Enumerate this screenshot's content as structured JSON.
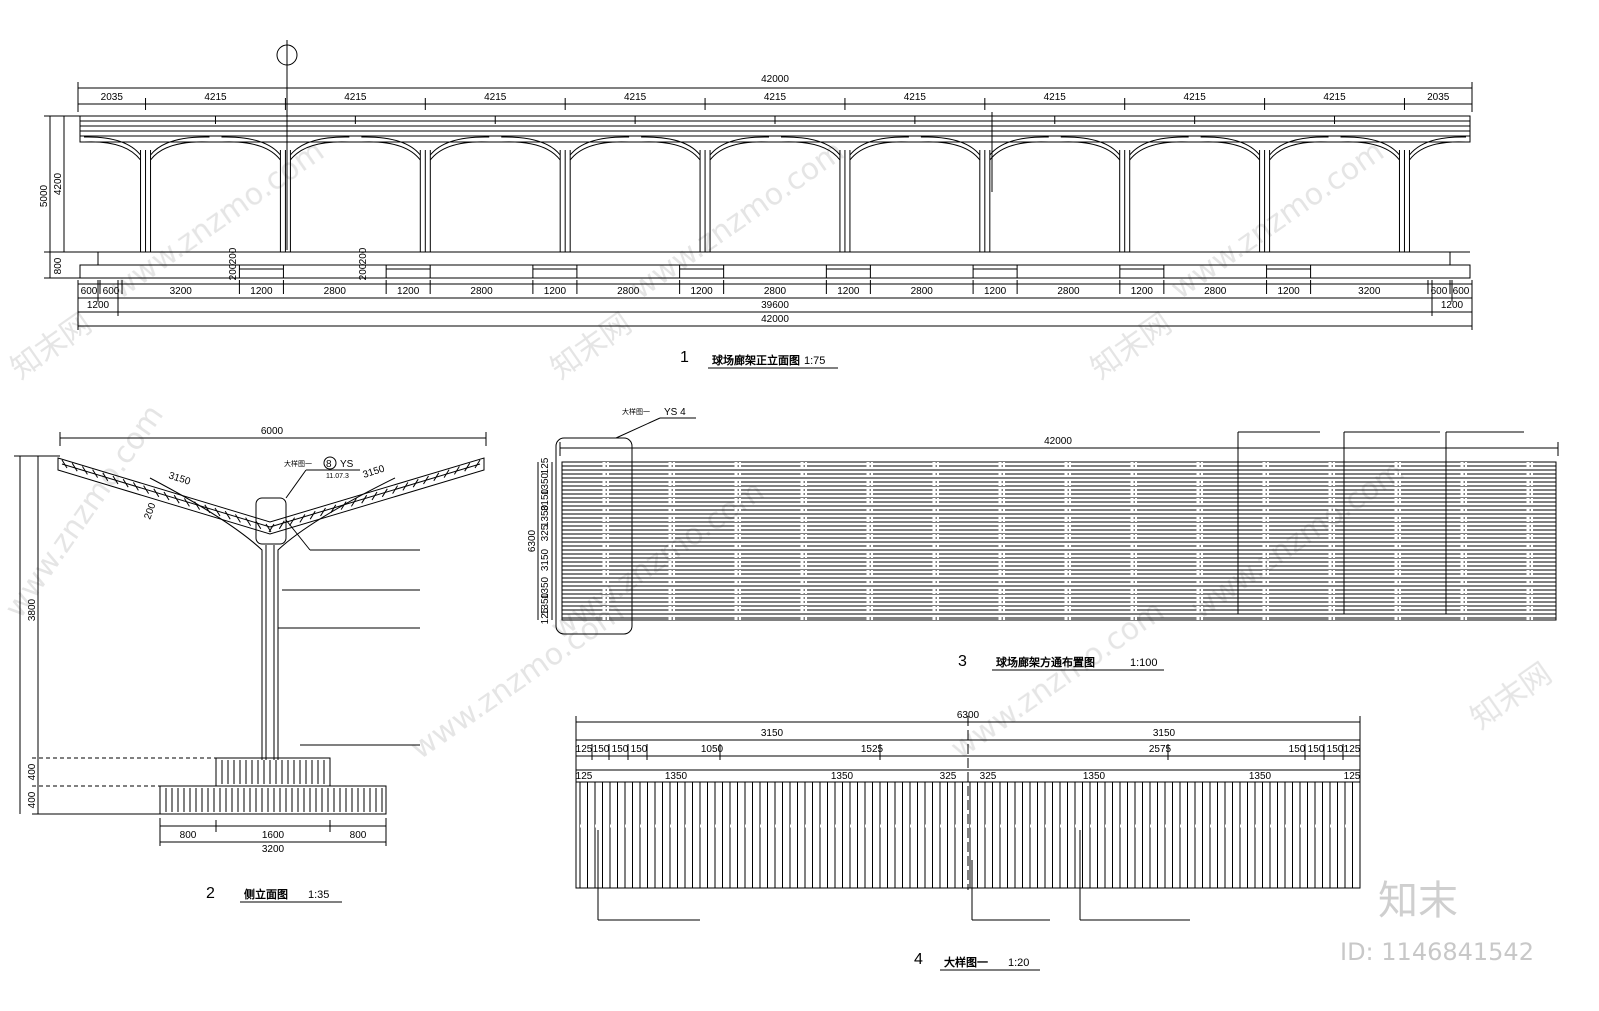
{
  "elevation": {
    "total": "42000",
    "top_segments": [
      "2035",
      "4215",
      "4215",
      "4215",
      "4215",
      "4215",
      "4215",
      "4215",
      "4215",
      "4215",
      "2035"
    ],
    "heights": [
      "5000",
      "4200",
      "800"
    ],
    "bottom_segments": [
      "600",
      "600",
      "3200",
      "1200",
      "2800",
      "1200",
      "2800",
      "1200",
      "2800",
      "1200",
      "2800",
      "1200",
      "2800",
      "1200",
      "2800",
      "1200",
      "2800",
      "1200",
      "3200",
      "600",
      "600"
    ],
    "edge_dims": [
      "1200",
      "1200"
    ],
    "inner_total": "39600",
    "bottom_total": "42000",
    "vertical_small": [
      "200",
      "200",
      "200",
      "200"
    ],
    "number": "1",
    "title": "球场廊架正立面图",
    "scale": "1:75"
  },
  "side": {
    "width": "6000",
    "arm_left": "3150",
    "arm_right": "3150",
    "beam": "200",
    "height_col": "3800",
    "base_heights": [
      "400",
      "400"
    ],
    "base_widths": [
      "800",
      "1600",
      "800"
    ],
    "base_total": "3200",
    "detail_ref": "大样图一",
    "detail_num": "8",
    "detail_sheet": "YS",
    "detail_sub": "11.07.3",
    "number": "2",
    "title": "侧立面图",
    "scale": "1:35"
  },
  "plan": {
    "total": "42000",
    "left_dims": [
      "125",
      "1350",
      "3150",
      "1350",
      "325",
      "3150",
      "1350",
      "1350",
      "125"
    ],
    "width": "6300",
    "detail_ref": "大样图一",
    "detail_sheet": "YS 4",
    "number": "3",
    "title": "球场廊架方通布置图",
    "scale": "1:100"
  },
  "detail": {
    "total": "6300",
    "halves": [
      "3150",
      "3150"
    ],
    "left_small": [
      "125",
      "150",
      "150",
      "150"
    ],
    "mid_dims": [
      "1050",
      "1525",
      "2575"
    ],
    "right_small": [
      "150",
      "150",
      "150",
      "125"
    ],
    "row2": [
      "125",
      "1350",
      "1350",
      "325",
      "325",
      "1350",
      "1350",
      "125"
    ],
    "number": "4",
    "title": "大样图一",
    "scale": "1:20"
  },
  "brand": {
    "logo": "知末",
    "id": "ID: 1146841542",
    "watermark": "www.znzmo.com",
    "watermark_cn": "知末网"
  },
  "colors": {
    "line": "#000000",
    "watermark": "#dcdcdc"
  }
}
